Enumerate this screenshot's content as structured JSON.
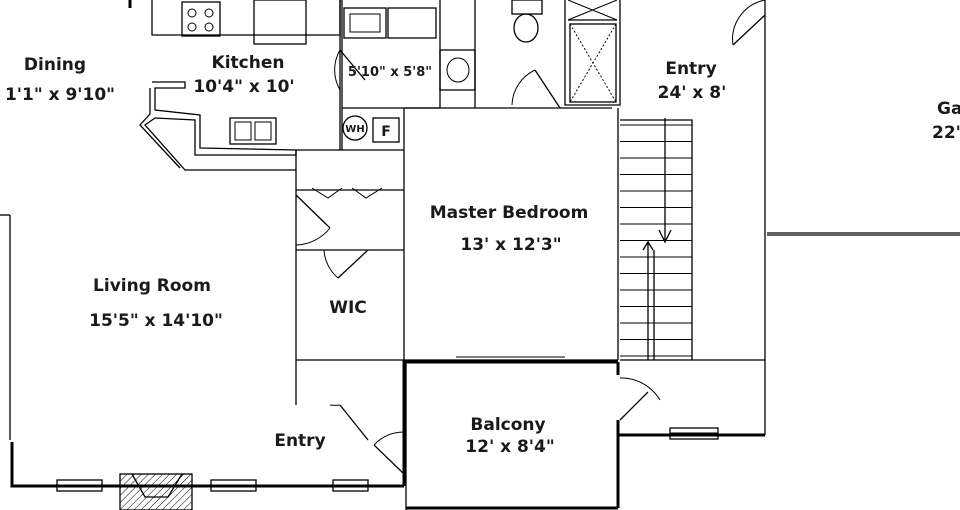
{
  "rooms": {
    "dining": {
      "name": "Dining",
      "dims": "1'1\" x 9'10\""
    },
    "kitchen": {
      "name": "Kitchen",
      "dims": "10'4\" x 10'"
    },
    "bath": {
      "dims": "5'10\" x 5'8\""
    },
    "entry_top": {
      "name": "Entry",
      "dims": "24' x 8'"
    },
    "garage": {
      "name": "Ga",
      "dims": "22'"
    },
    "master": {
      "name": "Master Bedroom",
      "dims": "13' x 12'3\""
    },
    "living": {
      "name": "Living Room",
      "dims": "15'5\" x 14'10\""
    },
    "wic": {
      "name": "WIC"
    },
    "entry_bottom": {
      "name": "Entry"
    },
    "balcony": {
      "name": "Balcony",
      "dims": "12' x 8'4\""
    }
  },
  "fixtures": {
    "water_heater": "WH",
    "furnace": "F"
  }
}
